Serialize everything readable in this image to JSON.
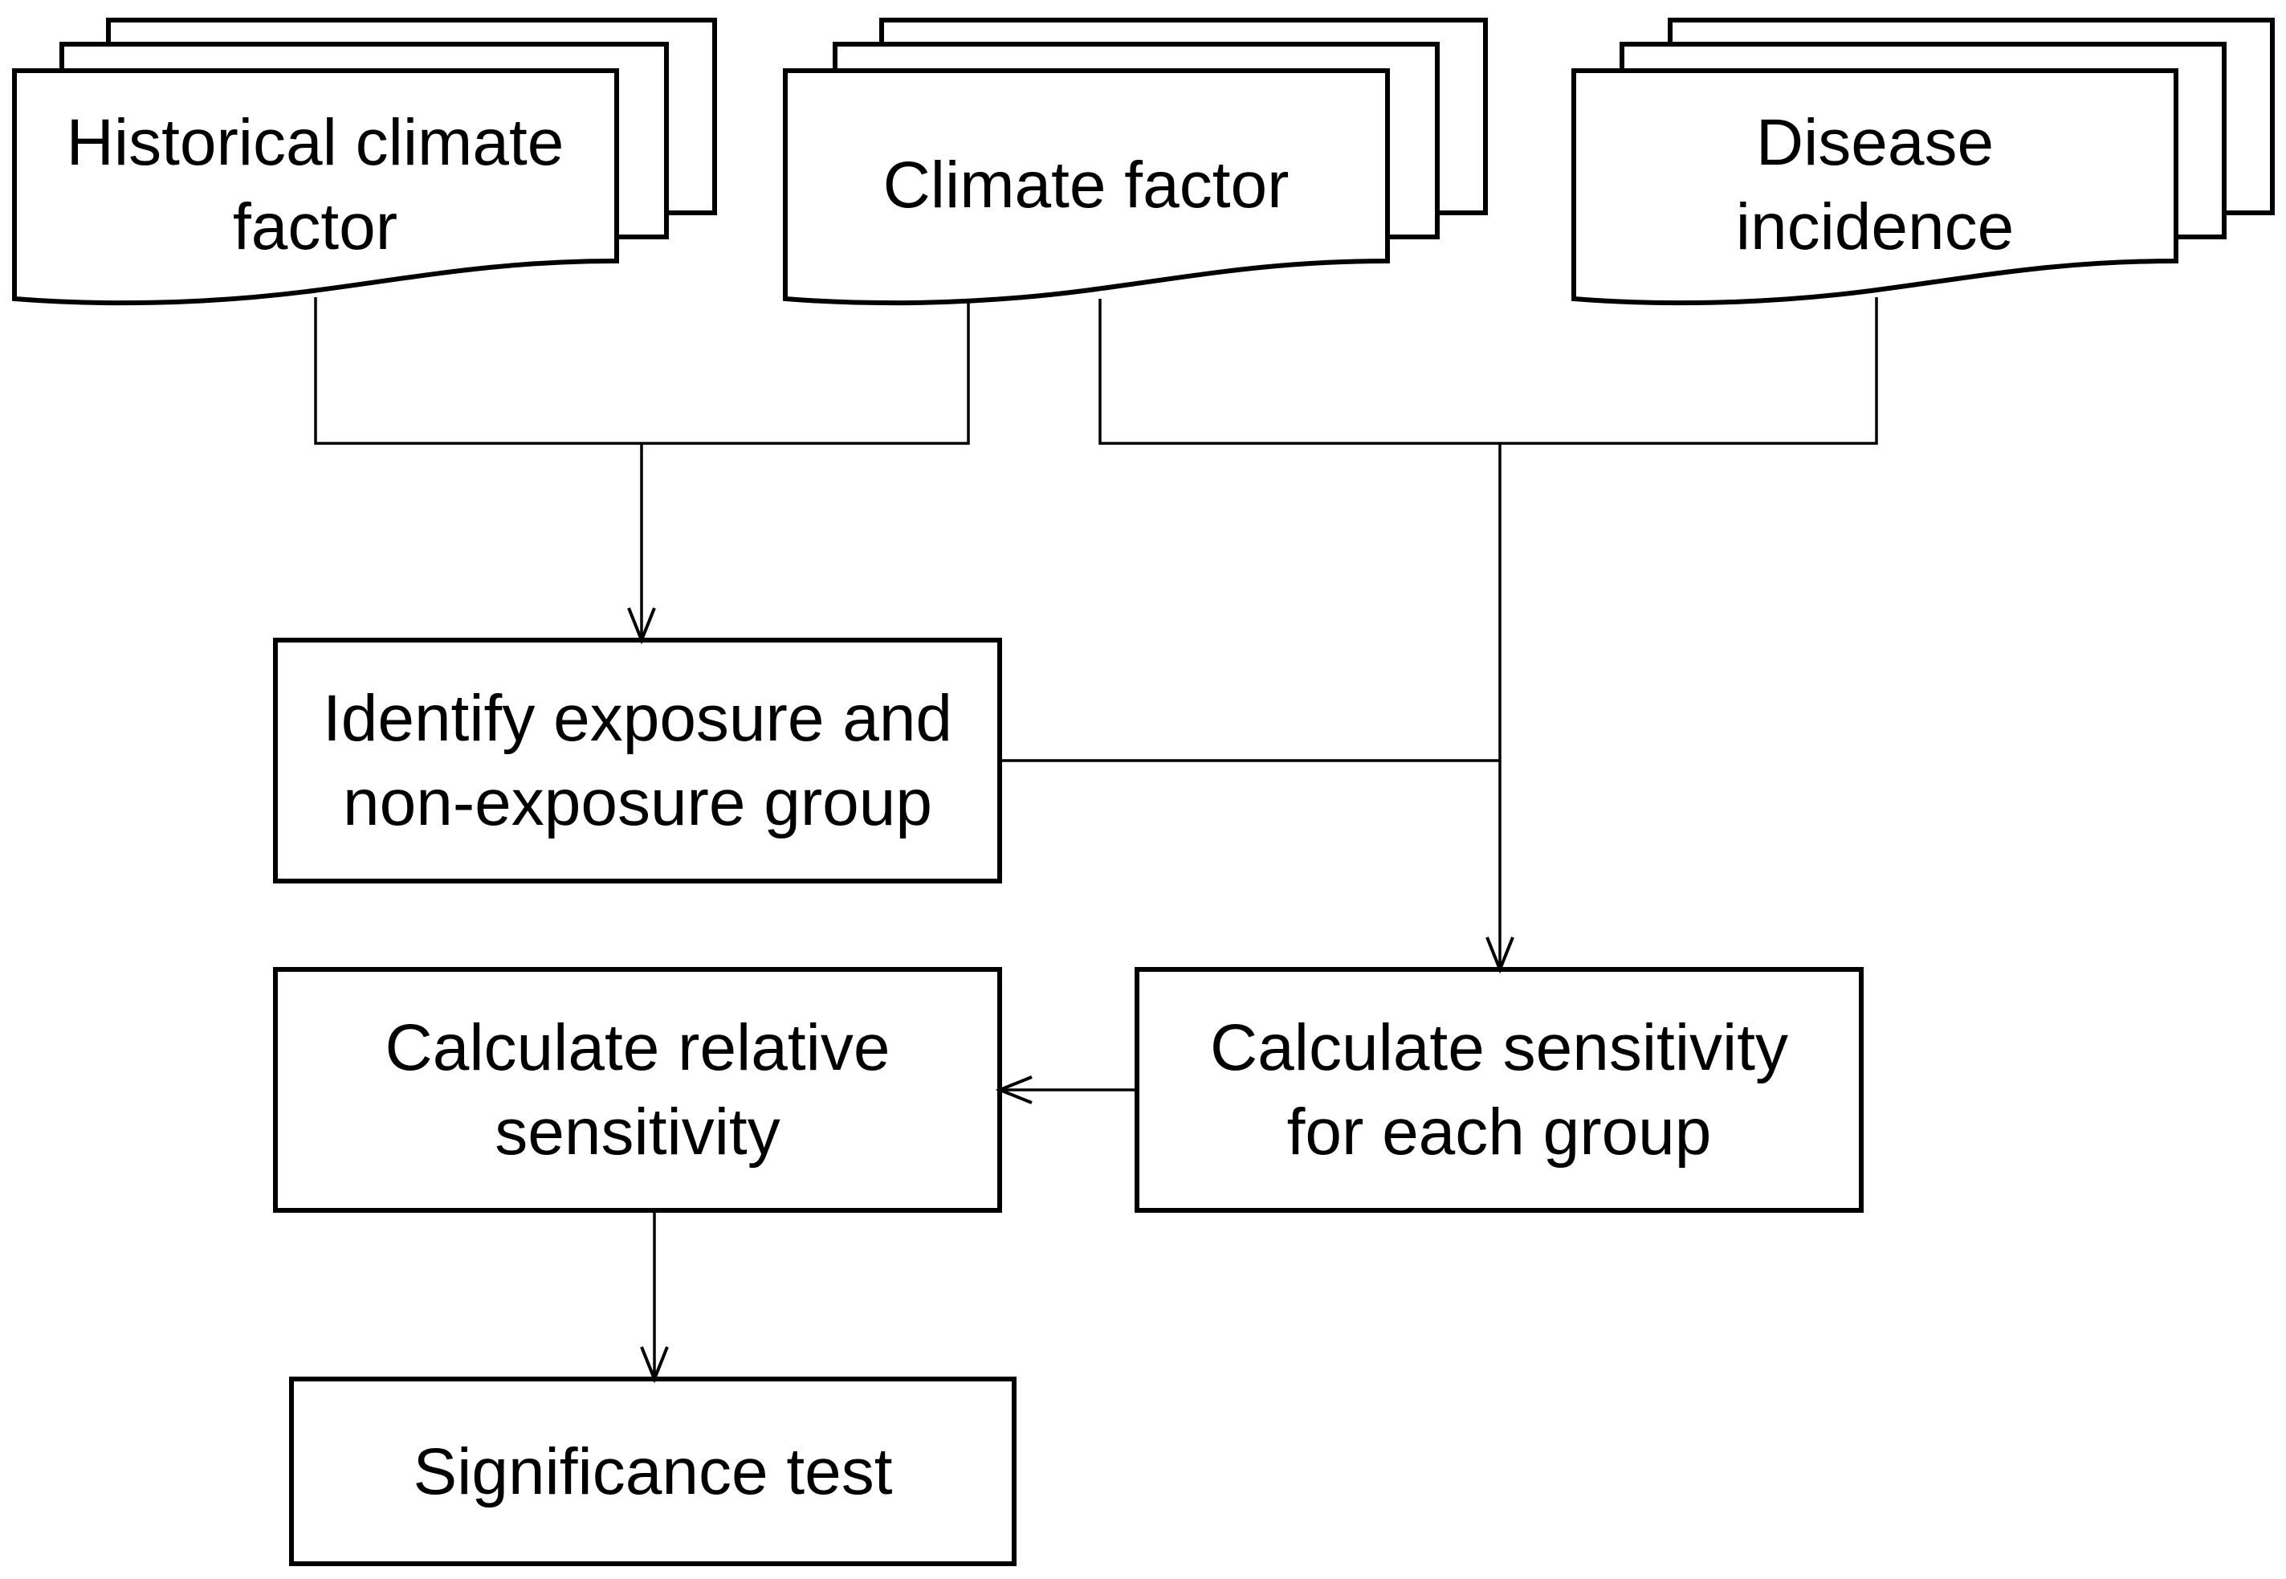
{
  "documents": [
    {
      "id": "historical-climate-factor",
      "label": "Historical climate factor"
    },
    {
      "id": "climate-factor",
      "label": "Climate factor"
    },
    {
      "id": "disease-incidence",
      "label": "Disease incidence"
    }
  ],
  "processes": [
    {
      "id": "identify-groups",
      "label": "Identify exposure and non-exposure group"
    },
    {
      "id": "calc-sensitivity",
      "label": "Calculate sensitivity for each group"
    },
    {
      "id": "calc-relative",
      "label": "Calculate relative sensitivity"
    },
    {
      "id": "significance-test",
      "label": "Significance test"
    }
  ],
  "colors": {
    "stroke": "#000000",
    "fill": "#ffffff",
    "text": "#000000"
  }
}
